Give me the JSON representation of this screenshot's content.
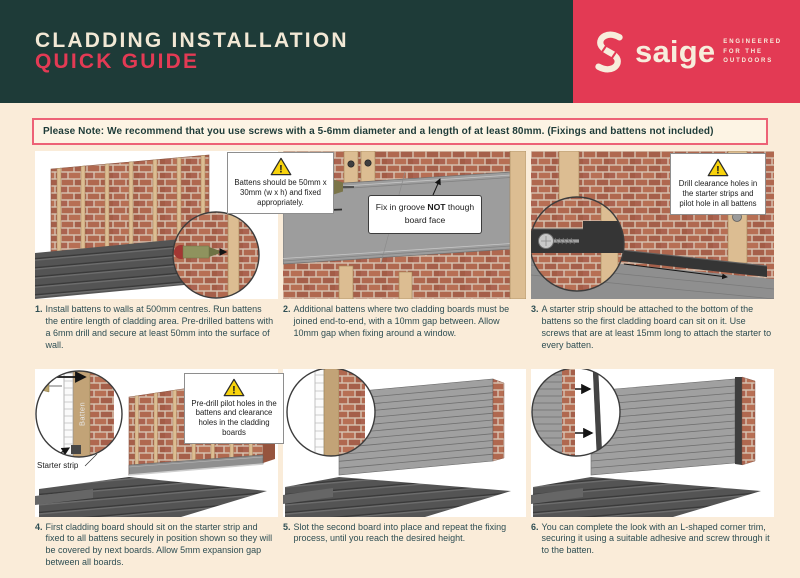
{
  "header": {
    "title": "CLADDING INSTALLATION",
    "subtitle": "QUICK GUIDE",
    "logo": {
      "wordmark": "saige",
      "tagline_lines": [
        "ENGINEERED",
        "FOR THE",
        "OUTDOORS"
      ]
    }
  },
  "note": {
    "label": "Please Note:",
    "text": "We recommend that you use screws with a 5-6mm diameter and a length of at least 80mm. (Fixings and battens not included)"
  },
  "icons": {
    "warning_mark": "!"
  },
  "panels": [
    {
      "number": "1.",
      "caption": "Install battens to walls at 500mm centres. Run battens the entire length of cladding area. Pre-drilled battens with a 6mm drill and secure at least 50mm into the surface of wall.",
      "callout": "Battens should be 50mm x 30mm (w x h) and fixed appropriately."
    },
    {
      "number": "2.",
      "caption": "Additional battens where two cladding boards must be joined end-to-end, with a 10mm gap between. Allow 10mm gap when fixing around a window.",
      "callout_pre": "Fix in groove ",
      "callout_bold": "NOT",
      "callout_post": " though board face"
    },
    {
      "number": "3.",
      "caption": "A starter strip should be attached to the bottom of the battens so the first cladding board can sit on it. Use screws that are at least 15mm long to attach the starter to every batten.",
      "callout": "Drill clearance holes in the starter strips and pilot hole in all battens"
    },
    {
      "number": "4.",
      "caption": "First cladding board should sit on the starter strip and fixed to all battens securely in position shown so they will be covered by next boards. Allow 5mm expansion gap between all boards.",
      "callout": "Pre-drill pilot holes in the battens and clearance holes in the cladding boards",
      "labels": {
        "batten": "Batten",
        "starter_strip": "Starter strip"
      }
    },
    {
      "number": "5.",
      "caption": "Slot the second board into place and repeat the fixing process, until you reach the desired height."
    },
    {
      "number": "6.",
      "caption": "You can complete the look with an L-shaped corner trim, securing it using a suitable adhesive and screw through it to the batten."
    }
  ],
  "colors": {
    "brand_red": "#E33A54",
    "header_teal": "#1E3B38",
    "page_cream": "#FAECD9",
    "note_border": "#ED6276",
    "note_background": "#FDF4E4",
    "warning_yellow": "#F8D30C",
    "caption_text": "#2E4E53",
    "brick": "#B0684F",
    "batten_tan": "#DCBD92",
    "cladding_grey": "#9D9D9D",
    "deck_grey": "#545454"
  }
}
